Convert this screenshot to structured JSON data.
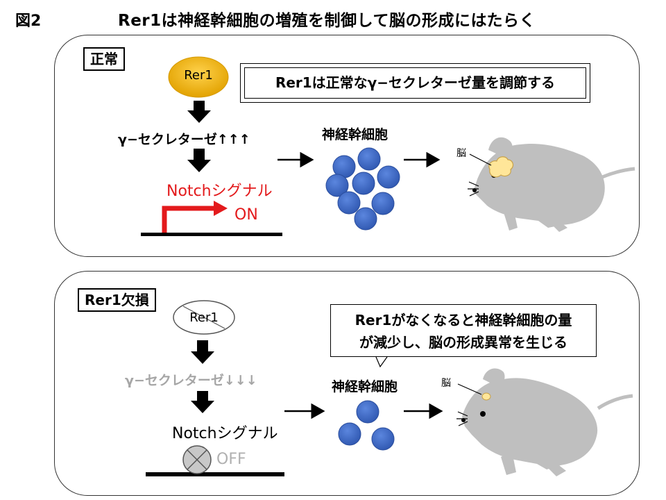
{
  "figure": {
    "label": "図2",
    "title": "Rer1は神経幹細胞の増殖を制御して脳の形成にはたらく"
  },
  "normal_panel": {
    "tag": "正常",
    "rer1": "Rer1",
    "callout": "Rer1は正常なγ−セクレターゼ量を調節する",
    "gamma_secretase": "γ−セクレターゼ↑↑↑",
    "stem_cells": "神経幹細胞",
    "brain": "脳",
    "notch": "Notchシグナル",
    "status": "ON"
  },
  "deficient_panel": {
    "tag": "Rer1欠損",
    "rer1": "Rer1",
    "callout_line1": "Rer1がなくなると神経幹細胞の量",
    "callout_line2": "が減少し、脳の形成異常を生じる",
    "gamma_secretase": "γ−セクレターゼ↓↓↓",
    "stem_cells": "神経幹細胞",
    "brain": "脳",
    "notch": "Notchシグナル",
    "status": "OFF"
  },
  "colors": {
    "rer1_fill": "#f6b400",
    "cell_fill": "#3a66c4",
    "mouse_fill": "#bfbfbf",
    "brain_fill": "#ffe699",
    "on_color": "#e31a1c",
    "off_color": "#b0b0b0"
  }
}
